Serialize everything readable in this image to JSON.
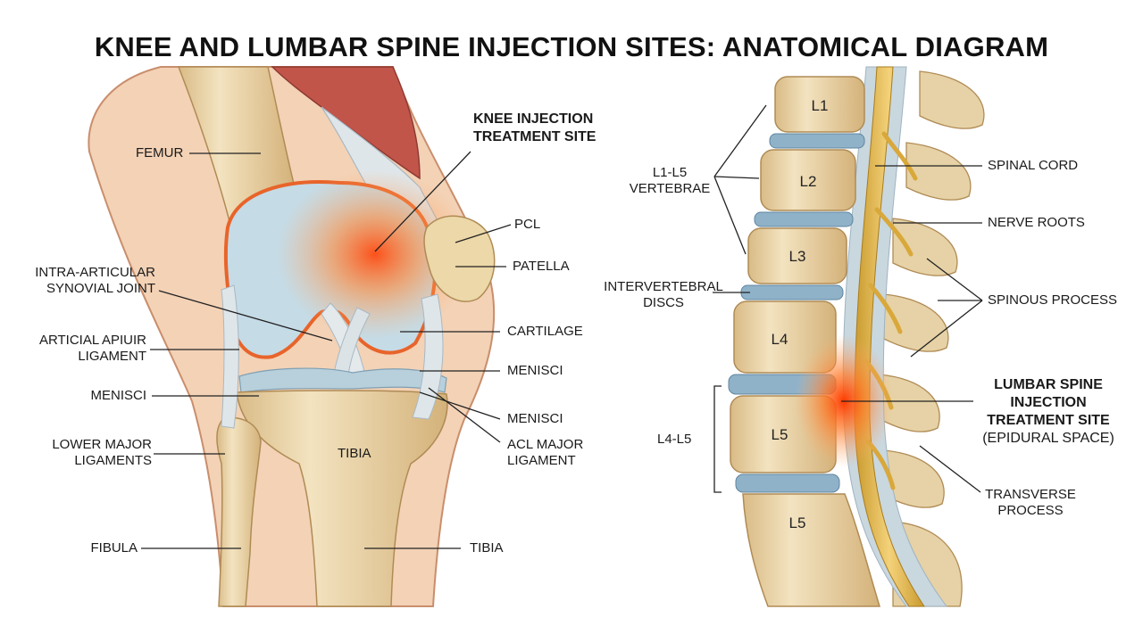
{
  "title": "KNEE AND LUMBAR SPINE INJECTION SITES: ANATOMICAL DIAGRAM",
  "knee_labels": {
    "femur": "FEMUR",
    "injection_site": [
      "KNEE INJECTION",
      "TREATMENT SITE"
    ],
    "pcl": "PCL",
    "patella": "PATELLA",
    "intra_articular": [
      "INTRA-ARTICULAR",
      "SYNOVIAL JOINT"
    ],
    "artical_ligament": [
      "ARTICIAL APIUIR",
      "LIGAMENT"
    ],
    "cartilage": "CARTILAGE",
    "menisci_right_upper": "MENISCI",
    "menisci_left": "MENISCI",
    "menisci_right_lower": "MENISCI",
    "lower_major": [
      "LOWER MAJOR",
      "LIGAMENTS"
    ],
    "tibia_center": "TIBIA",
    "acl": [
      "ACL MAJOR",
      "LIGAMENT"
    ],
    "fibula": "FIBULA",
    "tibia_bottom": "TIBIA"
  },
  "spine_labels": {
    "vertebrae_group": [
      "L1-L5",
      "VERTEBRAE"
    ],
    "intervertebral": [
      "INTERVERTEBRAL",
      "DISCS"
    ],
    "l4_l5": "L4-L5",
    "spinal_cord": "SPINAL CORD",
    "nerve_roots": "NERVE ROOTS",
    "spinous_process": "SPINOUS PROCESS",
    "injection_site": [
      "LUMBAR SPINE",
      "INJECTION",
      "TREATMENT SITE"
    ],
    "epidural": "(EPIDURAL SPACE)",
    "transverse": [
      "TRANSVERSE",
      "PROCESS"
    ]
  },
  "vertebra_labels": [
    "L1",
    "L2",
    "L3",
    "L4",
    "L5",
    "L5"
  ],
  "colors": {
    "bone": "#efdcb4",
    "bone_shade": "#d9bb86",
    "skin": "#f3d2b6",
    "skin_edge": "#c98e6c",
    "cartilage": "#c5dbe6",
    "disc": "#8fb2c9",
    "muscle": "#c2554a",
    "nerve": "#e0b44a",
    "glow": "#ff5a1a"
  }
}
